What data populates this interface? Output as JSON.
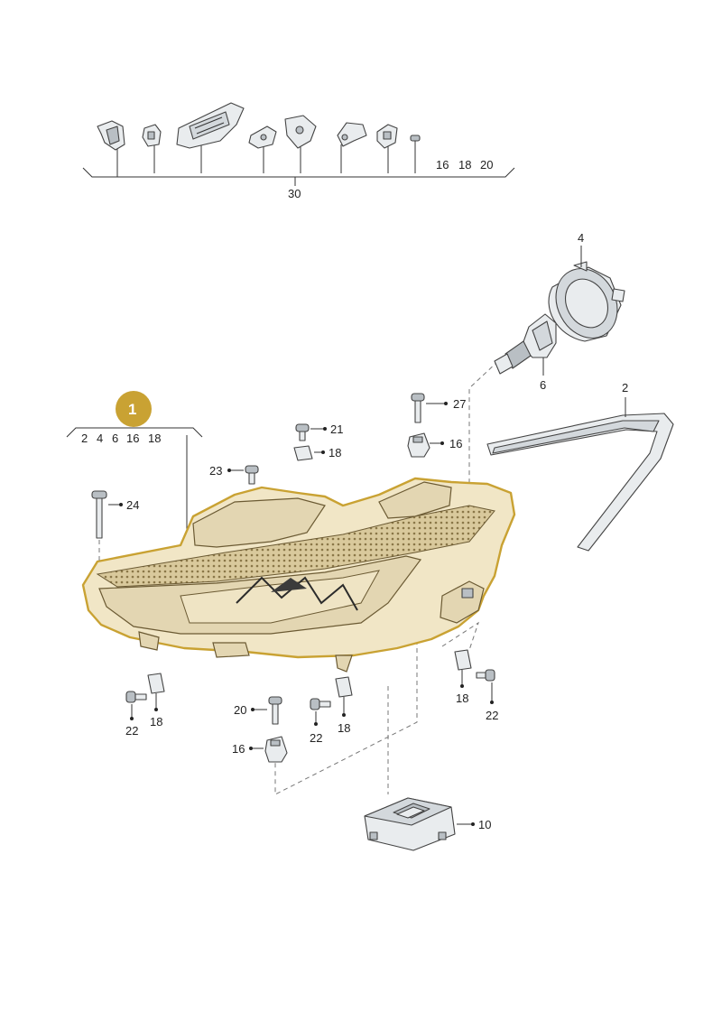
{
  "badge": {
    "label": "1",
    "color": "#c9a233"
  },
  "colors": {
    "housing_outline": "#c9a233",
    "housing_fill": "#f1e6c6",
    "line": "#333333"
  },
  "top_group": {
    "numbers": [
      "16",
      "18",
      "20"
    ],
    "label": "30"
  },
  "headlight_group": {
    "numbers": [
      "2",
      "4",
      "6",
      "16",
      "18"
    ]
  },
  "callouts": {
    "c2": "2",
    "c4": "4",
    "c6": "6",
    "c27": "27",
    "c16a": "16",
    "c21": "21",
    "c18a": "18",
    "c23": "23",
    "c24": "24",
    "c18b": "18",
    "c22a": "22",
    "c20": "20",
    "c16b": "16",
    "c22b": "22",
    "c18c": "18",
    "c18d": "18",
    "c22c": "22",
    "c10": "10"
  }
}
